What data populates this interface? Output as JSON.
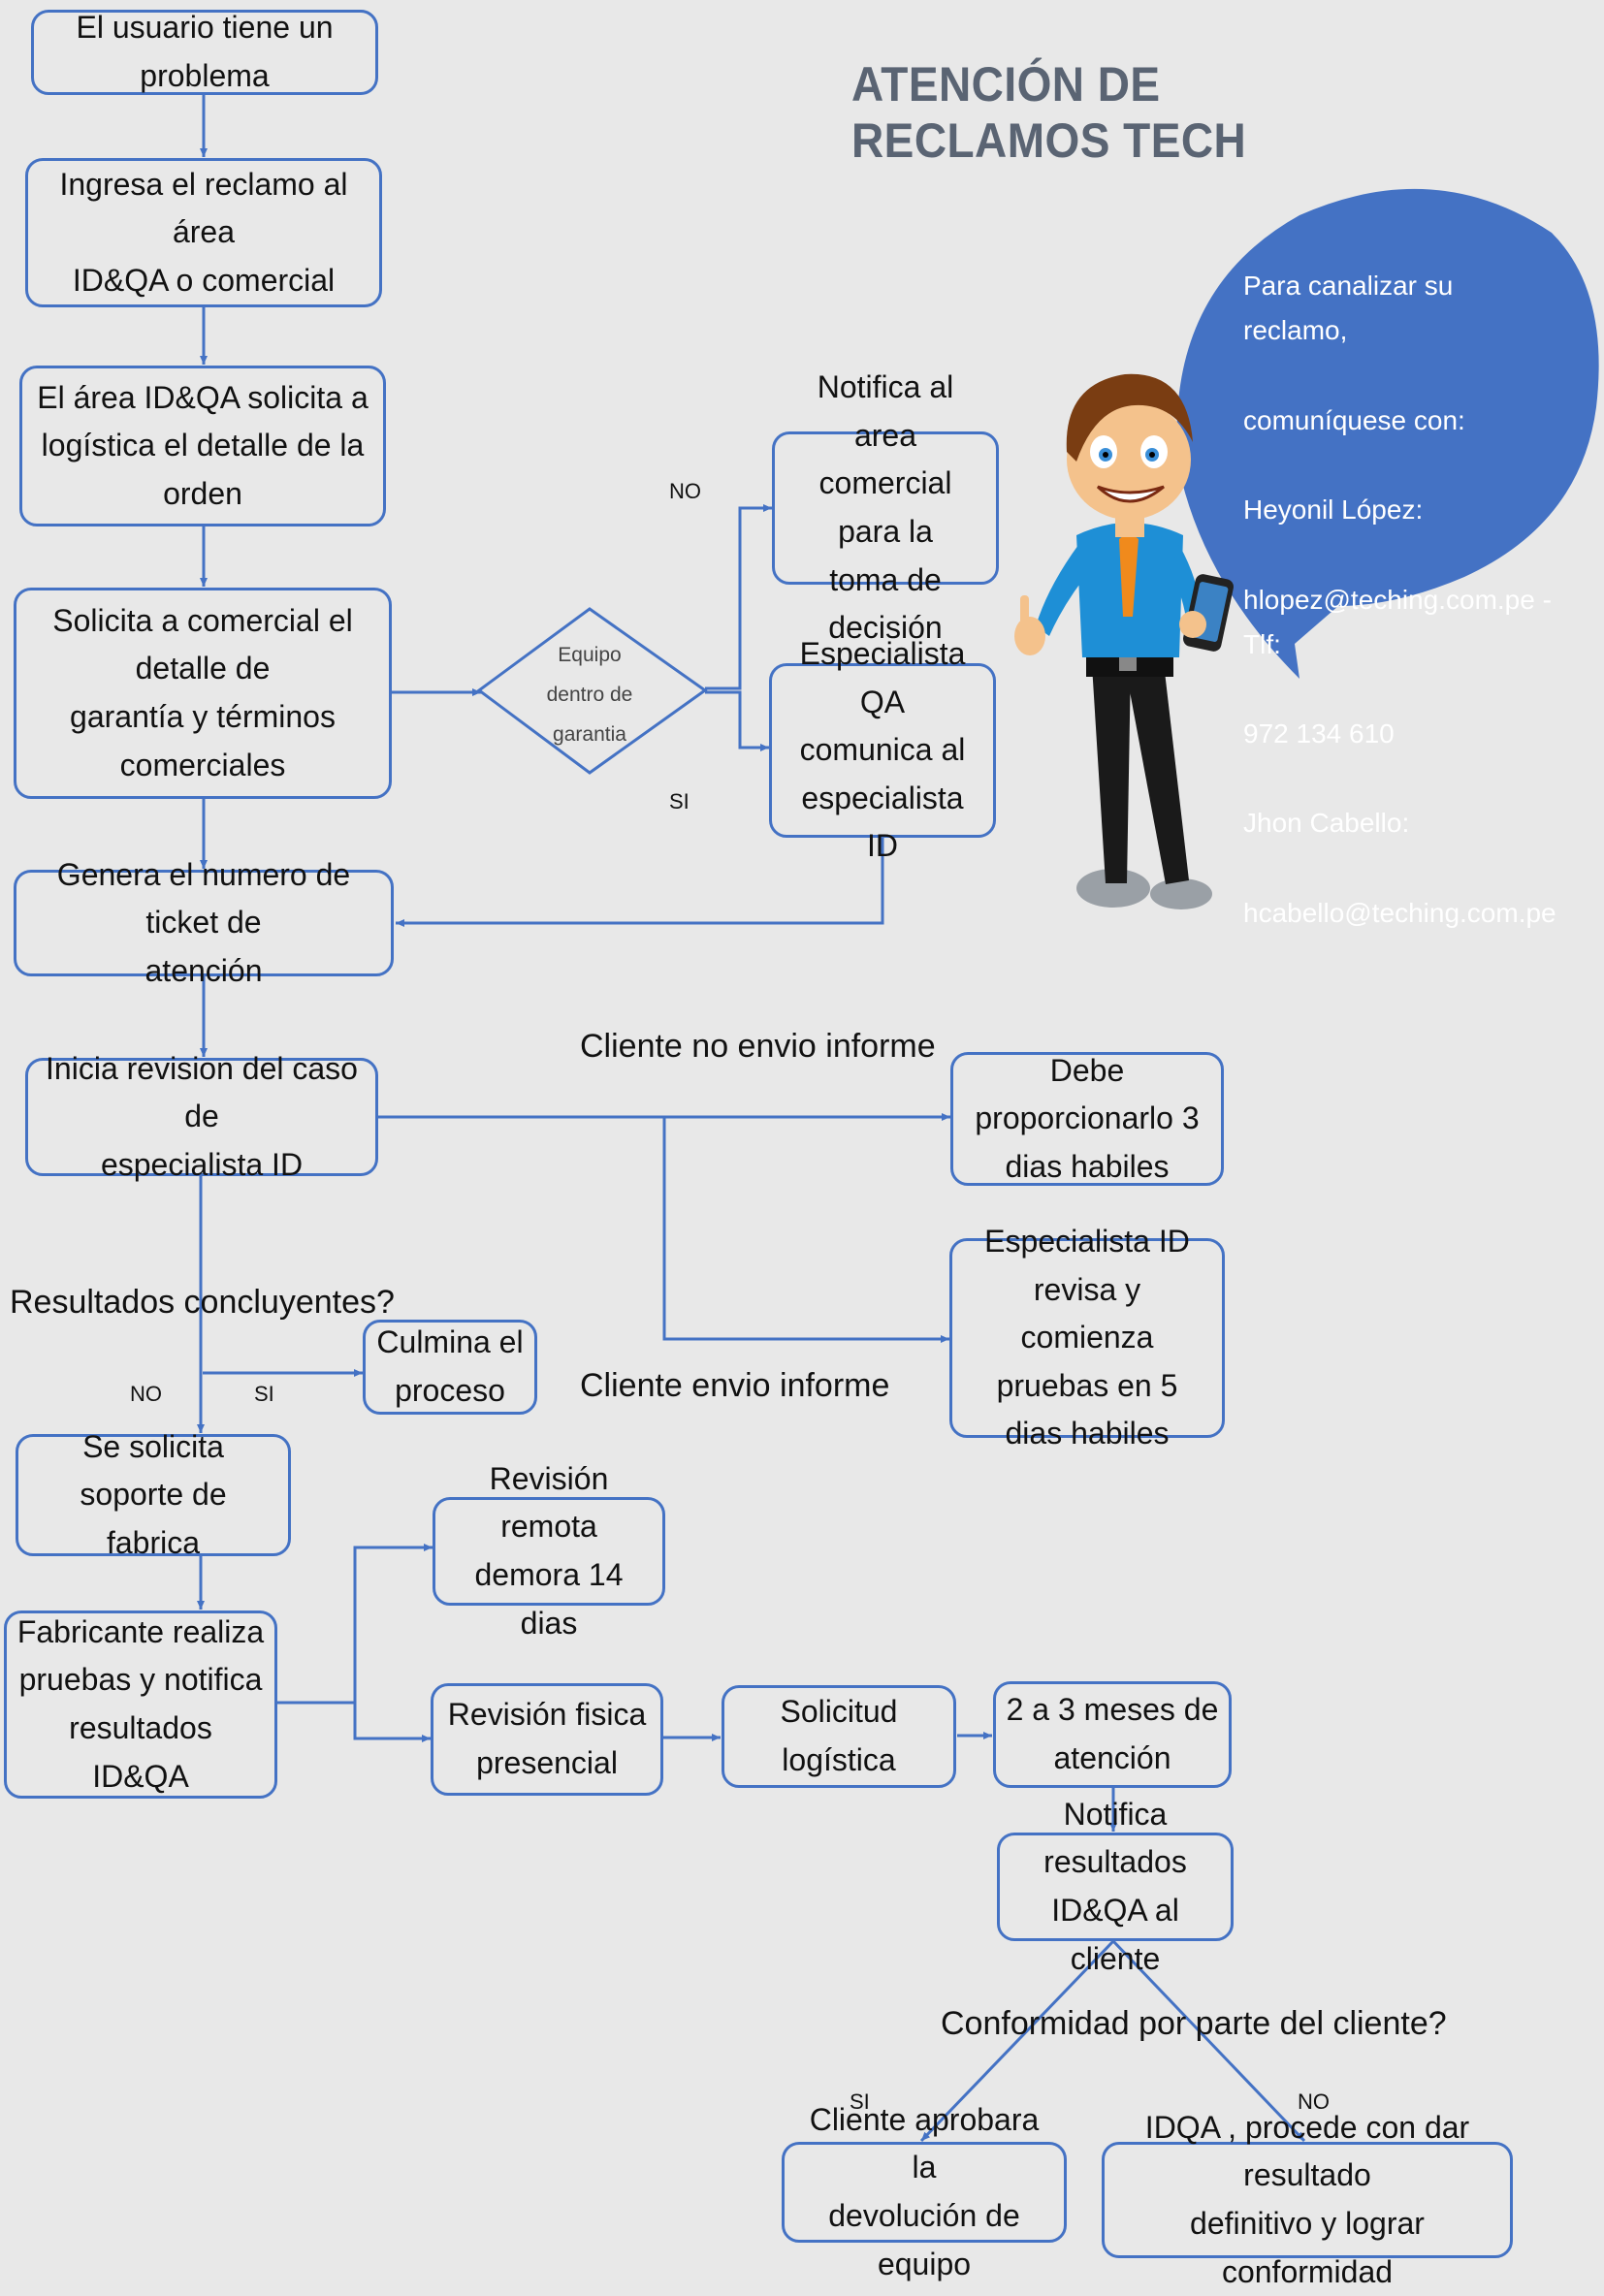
{
  "title": "ATENCIÓN DE RECLAMOS TECH",
  "contact": {
    "lines": [
      "Para canalizar su reclamo,",
      "comuníquese con:",
      "Heyonil López:",
      "hlopez@teching.com.pe - Tlf:",
      "972 134 610",
      "Jhon Cabello:",
      "hcabello@teching.com.pe"
    ]
  },
  "nodes": {
    "n1": "El usuario tiene un problema",
    "n2": "Ingresa el reclamo al área\nID&QA o comercial",
    "n3": "El área ID&QA solicita a\nlogística el detalle de la orden",
    "n4": "Solicita a comercial el detalle de\ngarantía y términos comerciales",
    "decision": "Equipo\ndentro de\ngarantia",
    "n_notifica": "Notifica al area\ncomercial para la\ntoma de decisión",
    "n_especialista_qa": "Especialista QA\ncomunica al\nespecialista ID",
    "n5": "Genera el numero de ticket de\natención",
    "n6": "Inicia revision del caso de\nespecialista ID",
    "n_debe": "Debe proporcionarlo 3\ndias habiles",
    "n_revisa": "Especialista ID revisa y\ncomienza pruebas en 5\ndias habiles",
    "n_culmina": "Culmina el\nproceso",
    "n7": "Se solicita  soporte de\nfabrica",
    "n8": "Fabricante realiza\npruebas y notifica\nresultados ID&QA",
    "n_remota": "Revisión remota\ndemora 14 dias",
    "n_fisica": "Revisión fisica\npresencial",
    "n_logistica": "Solicitud logística",
    "n_meses": "2 a 3 meses de\natención",
    "n_notifica_res": "Notifica resultados\nID&QA al cliente",
    "n_aprobara": "Cliente aprobara la\ndevolución de equipo",
    "n_idqa": "IDQA , procede con dar resultado\ndefinitivo y lograr conformidad"
  },
  "labels": {
    "no_decision": "NO",
    "si_decision": "SI",
    "cliente_no_envio": "Cliente no envio informe",
    "cliente_envio": "Cliente envio informe",
    "resultados": "Resultados concluyentes?",
    "no_resultados": "NO",
    "si_resultados": "SI",
    "conformidad": "Conformidad por parte del cliente?",
    "si_conformidad": "SI",
    "no_conformidad": "NO"
  },
  "colors": {
    "line": "#4472c4",
    "bubble": "#4472c4",
    "background": "#e8e8e8"
  }
}
